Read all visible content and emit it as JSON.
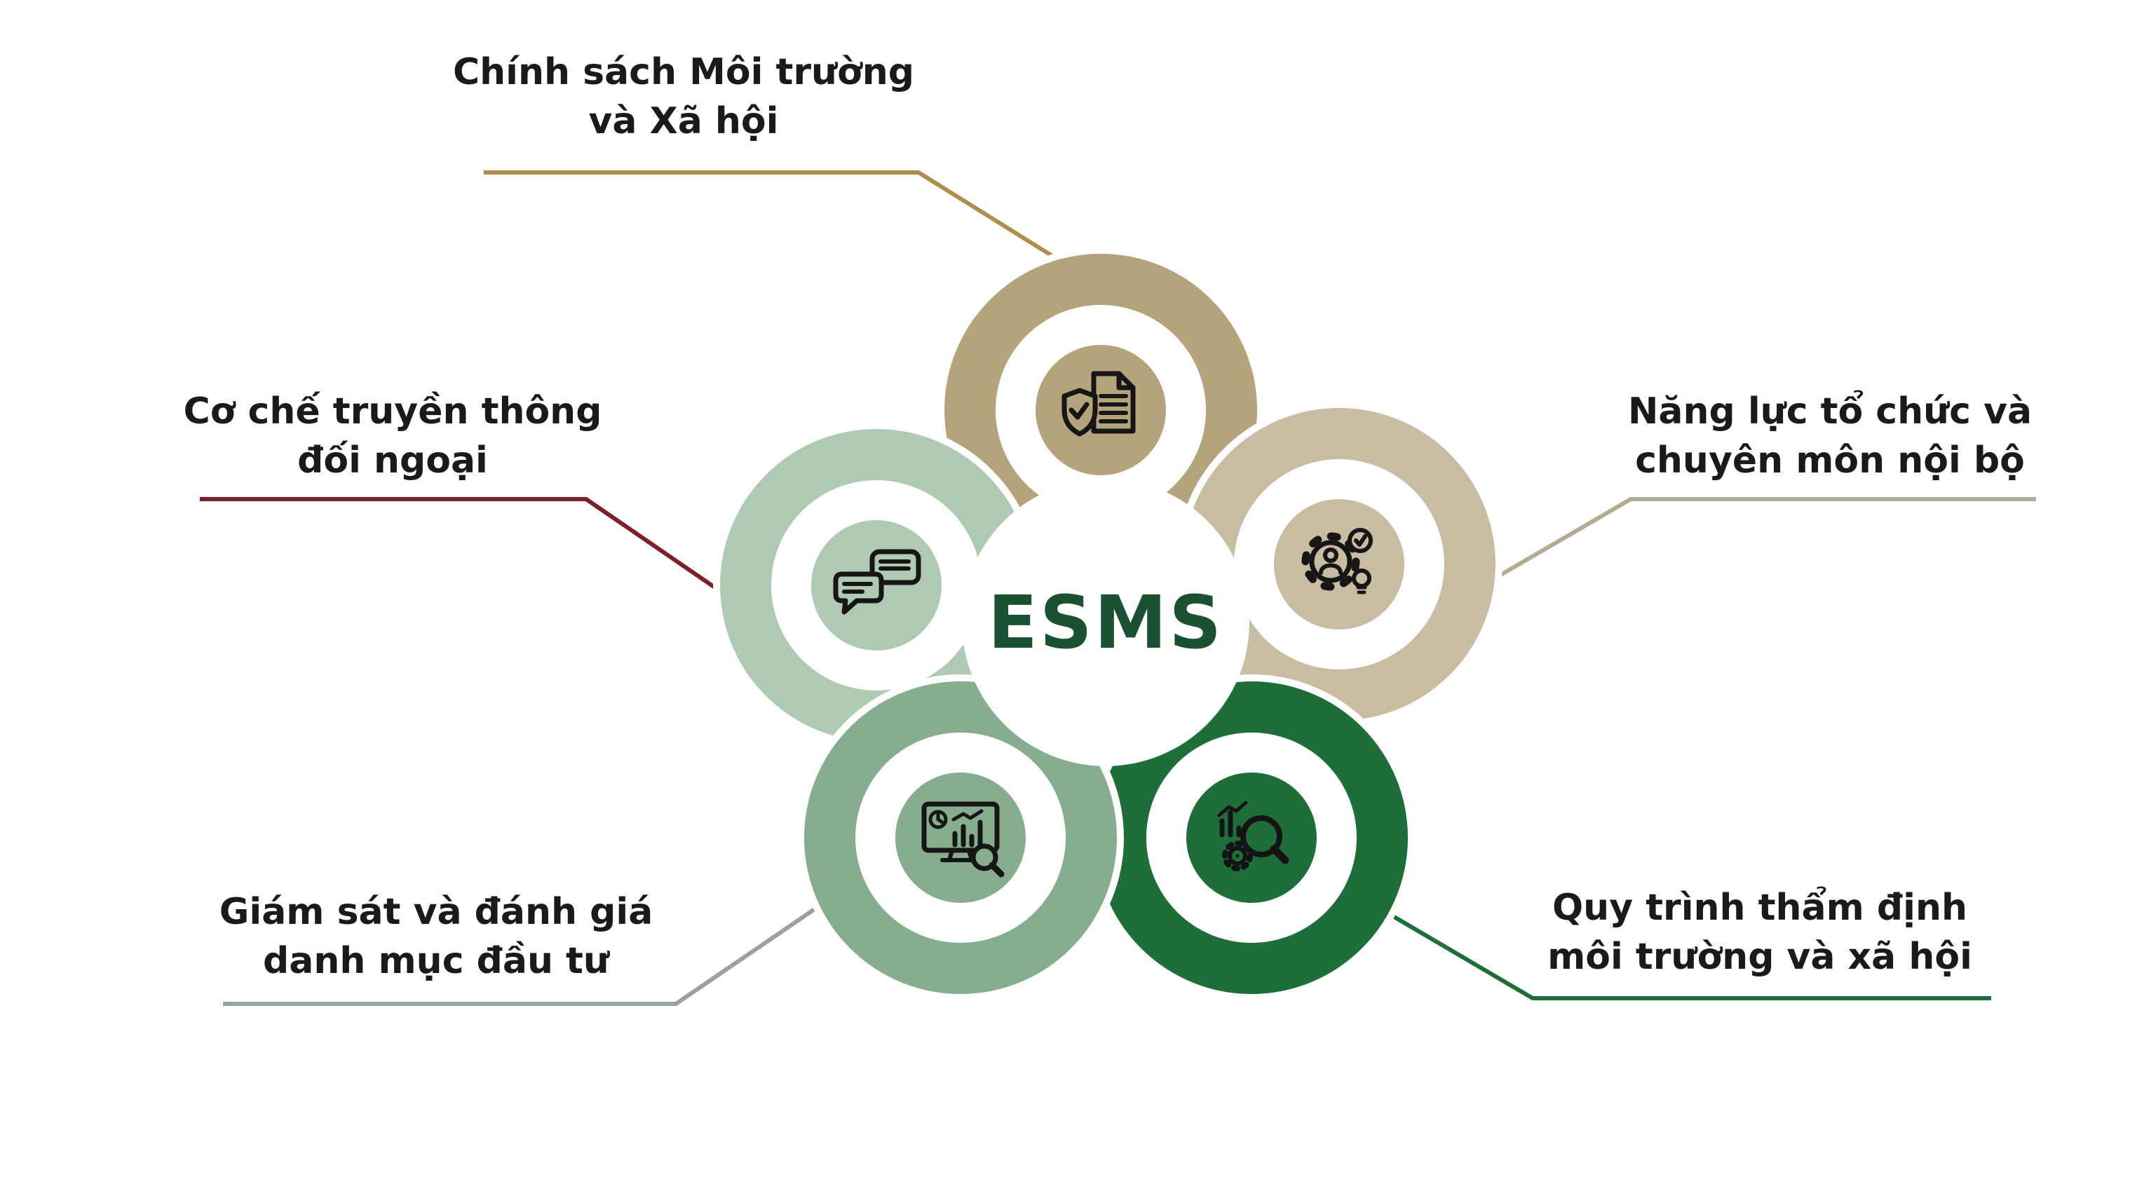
{
  "title": "ESMS",
  "labels": {
    "top": {
      "line1": "Chính sách Môi trường",
      "line2": "và Xã hội"
    },
    "right_upper": {
      "line1": "Năng lực tổ chức và",
      "line2": "chuyên môn nội bộ"
    },
    "right_lower": {
      "line1": "Quy trình thẩm định",
      "line2": "môi trường và xã hội"
    },
    "left_lower": {
      "line1": "Giám sát và đánh giá",
      "line2": "danh mục đầu tư"
    },
    "left_upper": {
      "line1": "Cơ chế truyền thông",
      "line2": "đối ngoại"
    }
  },
  "colors": {
    "petal_top": "#b4a37b",
    "petal_right_upper": "#c8bca3",
    "petal_right_lower": "#1e6e3a",
    "petal_left_lower": "#85ad8e",
    "petal_left_upper": "#aecab3",
    "connector_top": "#b08d4a",
    "connector_right_upper": "#b3ab93",
    "connector_right_lower": "#1e6e3a",
    "connector_left_lower": "#9aa1a0",
    "connector_left_upper": "#7b2127",
    "center_text": "#1b5133",
    "label_text": "#1a1a1a",
    "icon_stroke": "#161616",
    "background": "#ffffff"
  },
  "icons": {
    "top": "shield-check-document",
    "right_upper": "gear-person-check-lightbulb",
    "right_lower": "magnifier-gear-bar-chart",
    "left_lower": "monitor-analytics-magnifier",
    "left_upper": "chat-bubbles"
  }
}
